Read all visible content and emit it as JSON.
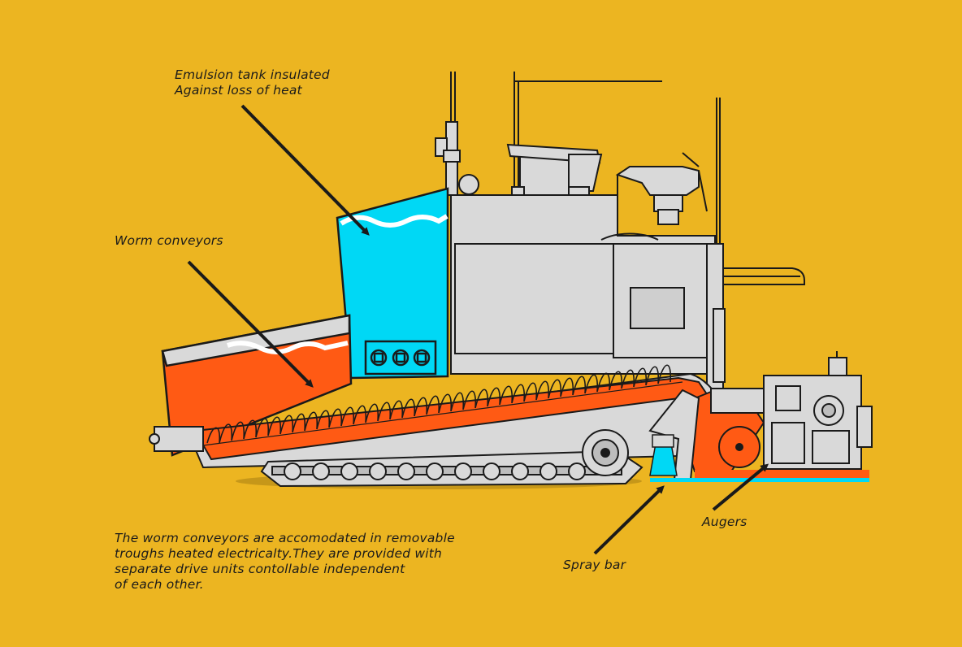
{
  "annotations": {
    "emulsion_tank": [
      "Emulsion tank insulated",
      "Against loss of heat"
    ],
    "worm_conveyors": "Worm conveyors",
    "description": [
      "The worm conveyors are accomodated in removable",
      "troughs heated electricalty.They are provided with",
      "separate drive units contollable independent",
      "of each other."
    ],
    "spray_bar": "Spray bar",
    "augers": "Augers"
  },
  "colors": {
    "background": "#ECB521",
    "machine_body": "#D9D9D9",
    "emulsion": "#00D8F5",
    "material": "#FF5A14",
    "outline": "#1A1A1A"
  }
}
